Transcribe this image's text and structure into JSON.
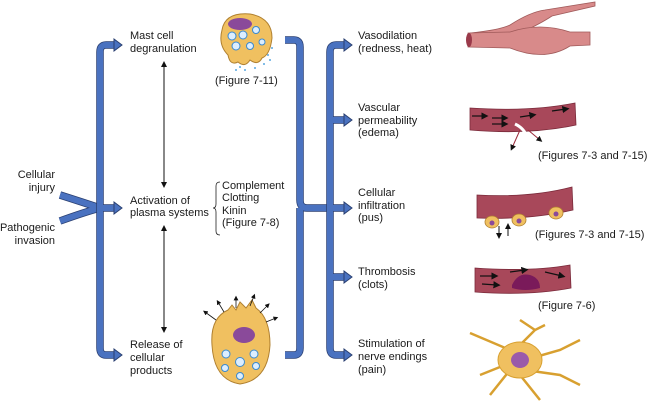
{
  "inputs": {
    "injury": [
      "Cellular",
      "injury"
    ],
    "invasion": [
      "Pathogenic",
      "invasion"
    ]
  },
  "mechanisms": {
    "mast": [
      "Mast cell",
      "degranulation"
    ],
    "mast_figure": "(Figure 7-11)",
    "plasma": [
      "Activation of",
      "plasma systems"
    ],
    "plasma_systems": [
      "Complement",
      "Clotting",
      "Kinin",
      "(Figure 7-8)"
    ],
    "release": [
      "Release of",
      "cellular",
      "products"
    ]
  },
  "effects": {
    "vasodilation": [
      "Vasodilation",
      "(redness, heat)"
    ],
    "permeability": [
      "Vascular",
      "permeability",
      "(edema)"
    ],
    "permeability_figure": "(Figures 7-3 and 7-15)",
    "infiltration": [
      "Cellular",
      "infiltration",
      "(pus)"
    ],
    "infiltration_figure": "(Figures 7-3 and 7-15)",
    "thrombosis": [
      "Thrombosis",
      "(clots)"
    ],
    "thrombosis_figure": "(Figure 7-6)",
    "nerve": [
      "Stimulation of",
      "nerve endings",
      "(pain)"
    ]
  },
  "colors": {
    "arrow": "#4a72c0",
    "cell": "#f0c060",
    "nucleus": "#8a4a9a",
    "vessel": "#b05a6a"
  }
}
